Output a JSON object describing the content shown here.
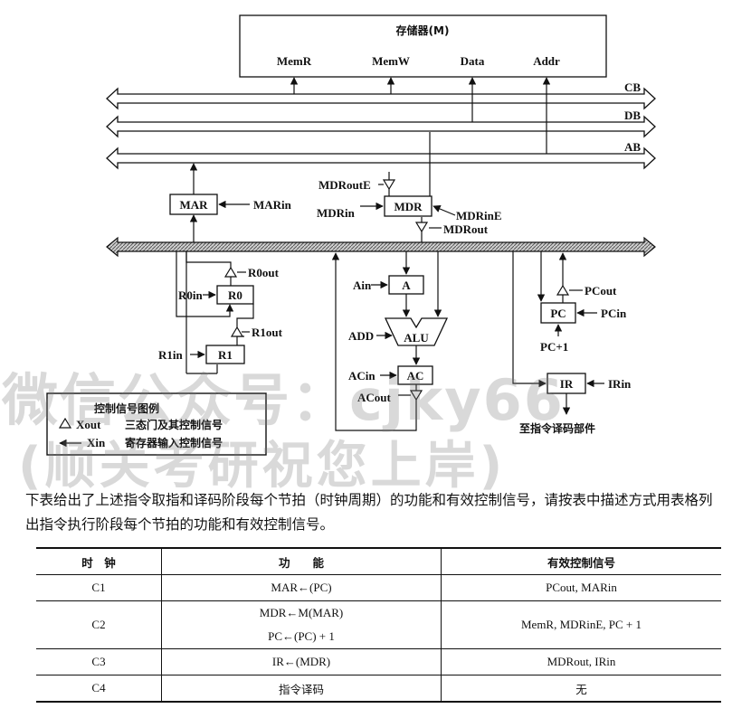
{
  "diagram": {
    "memory": {
      "title": "存储器(M)",
      "ports": [
        "MemR",
        "MemW",
        "Data",
        "Addr"
      ]
    },
    "buses": {
      "cb": "CB",
      "db": "DB",
      "ab": "AB"
    },
    "mar": {
      "label": "MAR",
      "in": "MARin"
    },
    "mdr": {
      "label": "MDR",
      "in": "MDRin",
      "in_e": "MDRinE",
      "out": "MDRout",
      "out_e": "MDRoutE"
    },
    "r0": {
      "label": "R0",
      "in": "R0in",
      "out": "R0out"
    },
    "r1": {
      "label": "R1",
      "in": "R1in",
      "out": "R1out"
    },
    "a": {
      "label": "A",
      "in": "Ain"
    },
    "alu": {
      "label": "ALU",
      "op": "ADD"
    },
    "ac": {
      "label": "AC",
      "in": "ACin",
      "out": "ACout"
    },
    "pc": {
      "label": "PC",
      "in": "PCin",
      "out": "PCout",
      "inc": "PC+1"
    },
    "ir": {
      "label": "IR",
      "in": "IRin",
      "to_decoder": "至指令译码部件"
    },
    "legend": {
      "title": "控制信号图例",
      "tri_sym": "Xout",
      "tri_desc": "三态门及其控制信号",
      "arrow_sym": "Xin",
      "arrow_desc": "寄存器输入控制信号"
    }
  },
  "watermark": {
    "line1": "微信公众号：cjky66",
    "line2": "(顺关考研祝您上岸)"
  },
  "question": "下表给出了上述指令取指和译码阶段每个节拍（时钟周期）的功能和有效控制信号，请按表中描述方式用表格列出指令执行阶段每个节拍的功能和有效控制信号。",
  "table": {
    "headers": [
      "时　钟",
      "功　　能",
      "有效控制信号"
    ],
    "rows": [
      {
        "clock": "C1",
        "function": [
          "MAR←(PC)"
        ],
        "signals": "PCout, MARin"
      },
      {
        "clock": "C2",
        "function": [
          "MDR←M(MAR)",
          "PC←(PC) + 1"
        ],
        "signals": "MemR, MDRinE, PC + 1"
      },
      {
        "clock": "C3",
        "function": [
          "IR←(MDR)"
        ],
        "signals": "MDRout, IRin"
      },
      {
        "clock": "C4",
        "function": [
          "指令译码"
        ],
        "signals": "无"
      }
    ]
  }
}
